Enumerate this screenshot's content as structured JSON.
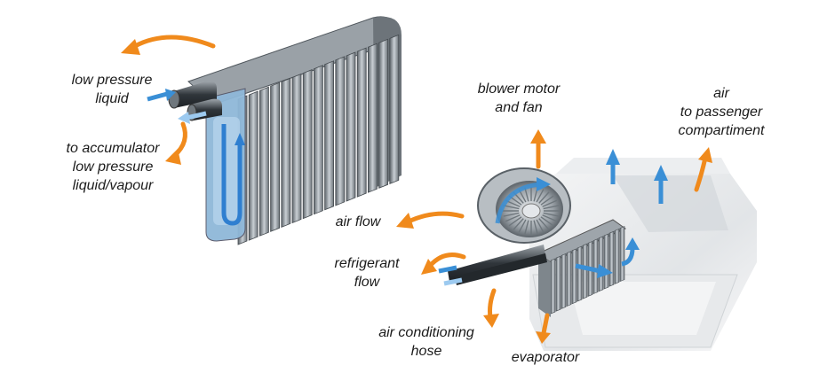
{
  "labels": {
    "low_pressure_liquid": [
      "low pressure",
      "liquid"
    ],
    "to_accumulator": [
      "to accumulator",
      "low pressure",
      "liquid/vapour"
    ],
    "blower_motor": [
      "blower motor",
      "and fan"
    ],
    "air_to_passenger": [
      "air",
      "to passenger",
      "compartiment"
    ],
    "air_flow": [
      "air flow"
    ],
    "refrigerant_flow": [
      "refrigerant",
      "flow"
    ],
    "air_conditioning_hose": [
      "air conditioning",
      "hose"
    ],
    "evaporator": [
      "evaporator"
    ]
  },
  "colors": {
    "orange_arrow": "#f08a1c",
    "blue_arrow": "#3a8fd6",
    "metal_fin": "#8f969c",
    "metal_dark": "#4a5056",
    "housing": "#e4e6e8"
  },
  "icons": [
    "orange-arrow-icon",
    "blue-flow-arrow-icon"
  ]
}
